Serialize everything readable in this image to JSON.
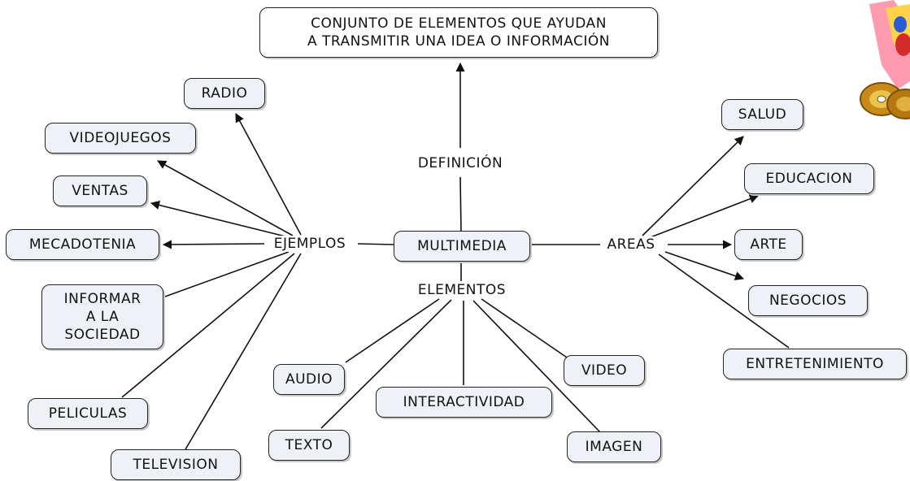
{
  "definition_node": {
    "line1": "CONJUNTO DE ELEMENTOS QUE AYUDAN",
    "line2": "A TRANSMITIR UNA IDEA O INFORMACIÓN"
  },
  "center_node": "MULTIMEDIA",
  "link_labels": {
    "definition": "DEFINICIÓN",
    "examples": "EJEMPLOS",
    "areas": "AREAS",
    "elements": "ELEMENTOS"
  },
  "examples": {
    "radio": "RADIO",
    "videojuegos": "VIDEOJUEGOS",
    "ventas": "VENTAS",
    "mecadotenia": "MECADOTENIA",
    "informar": [
      "INFORMAR",
      "A LA",
      "SOCIEDAD"
    ],
    "peliculas": "PELICULAS",
    "television": "TELEVISION"
  },
  "areas": {
    "salud": "SALUD",
    "educacion": "EDUCACION",
    "arte": "ARTE",
    "negocios": "NEGOCIOS",
    "entretenimiento": "ENTRETENIMIENTO"
  },
  "elements": {
    "audio": "AUDIO",
    "texto": "TEXTO",
    "interactividad": "INTERACTIVIDAD",
    "video": "VIDEO",
    "imagen": "IMAGEN"
  },
  "colors": {
    "node_fill": "#eef2f6",
    "stroke": "#111111",
    "background": "#ffffff"
  },
  "decoration": "multimedia-clipart-with-cds"
}
